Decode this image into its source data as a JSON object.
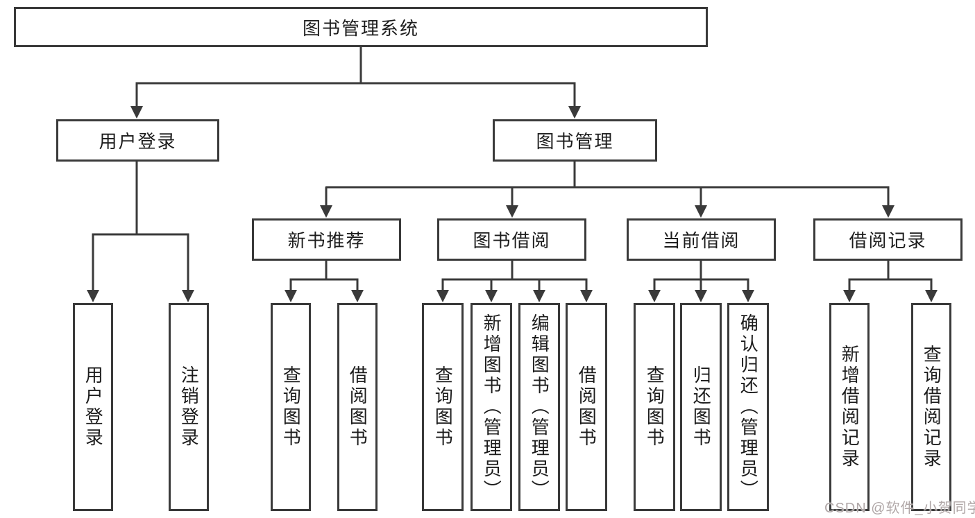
{
  "chart": {
    "root": {
      "label": "图书管理系统"
    },
    "level2": [
      {
        "label": "用户登录",
        "children": [
          {
            "label": "用户登录"
          },
          {
            "label": "注销登录"
          }
        ]
      },
      {
        "label": "图书管理",
        "children": [
          {
            "label": "新书推荐",
            "children": [
              {
                "label": "查询图书"
              },
              {
                "label": "借阅图书"
              }
            ]
          },
          {
            "label": "图书借阅",
            "children": [
              {
                "label": "查询图书"
              },
              {
                "label": "新增图书（管理员）"
              },
              {
                "label": "编辑图书（管理员）"
              },
              {
                "label": "借阅图书"
              }
            ]
          },
          {
            "label": "当前借阅",
            "children": [
              {
                "label": "查询图书"
              },
              {
                "label": "归还图书"
              },
              {
                "label": "确认归还（管理员）"
              }
            ]
          },
          {
            "label": "借阅记录",
            "children": [
              {
                "label": "新增借阅记录"
              },
              {
                "label": "查询借阅记录"
              }
            ]
          }
        ]
      }
    ],
    "watermark": "CSDN @软件_小贺同学",
    "colors": {
      "line": "#3a3a3a",
      "text": "#1c1c1c",
      "background": "#ffffff",
      "watermark": "#b0a7a7"
    }
  }
}
